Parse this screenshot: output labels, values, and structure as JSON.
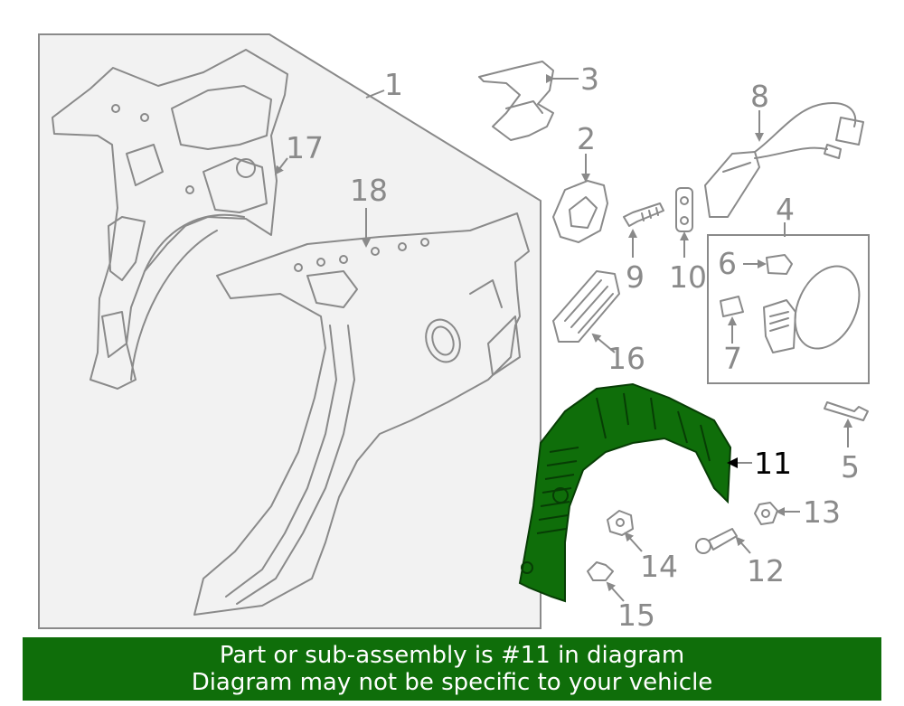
{
  "callouts": {
    "c1": "1",
    "c2": "2",
    "c3": "3",
    "c4": "4",
    "c5": "5",
    "c6": "6",
    "c7": "7",
    "c8": "8",
    "c9": "9",
    "c10": "10",
    "c11": "11",
    "c12": "12",
    "c13": "13",
    "c14": "14",
    "c15": "15",
    "c16": "16",
    "c17": "17",
    "c18": "18"
  },
  "highlight_color": "#0f6e0a",
  "banner": {
    "line1": "Part or sub-assembly is #11 in diagram",
    "line2": "Diagram may not be specific to your vehicle"
  }
}
